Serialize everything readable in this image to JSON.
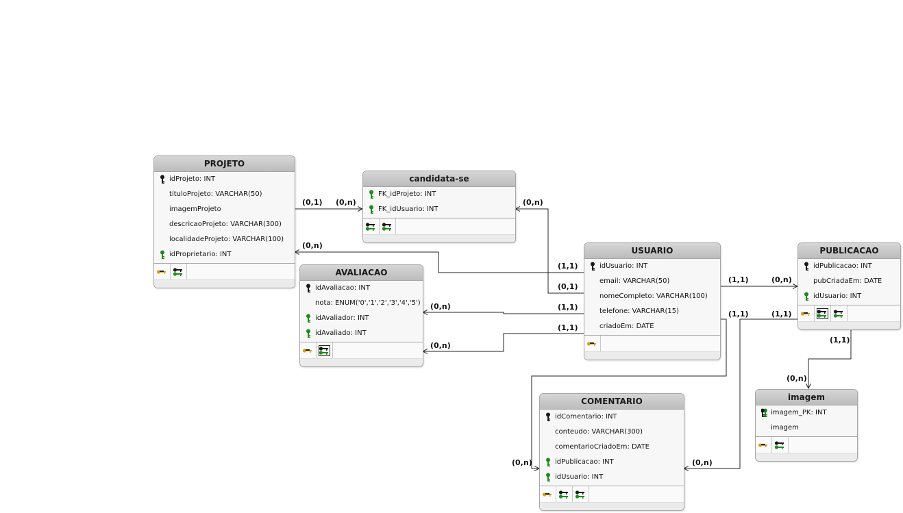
{
  "tables": [
    {
      "id": "projeto",
      "name": "PROJETO",
      "columns": [
        {
          "label": "idProjeto: INT",
          "key": "pk"
        },
        {
          "label": "tituloProjeto: VARCHAR(50)",
          "key": ""
        },
        {
          "label": "imagemProjeto",
          "key": ""
        },
        {
          "label": "descricaoProjeto: VARCHAR(300)",
          "key": ""
        },
        {
          "label": "localidadeProjeto: VARCHAR(100)",
          "key": ""
        },
        {
          "label": "idProprietario: INT",
          "key": "fk"
        }
      ],
      "footer": [
        "index-icon",
        "fk-index-icon"
      ]
    },
    {
      "id": "candidata",
      "name": "candidata-se",
      "columns": [
        {
          "label": "FK_idProjeto: INT",
          "key": "fk"
        },
        {
          "label": "FK_idUsuario: INT",
          "key": "fk"
        }
      ],
      "footer": [
        "fk-index-icon",
        "fk-index-icon"
      ]
    },
    {
      "id": "avaliacao",
      "name": "AVALIACAO",
      "columns": [
        {
          "label": "idAvaliacao: INT",
          "key": "pk"
        },
        {
          "label": "nota: ENUM('0','1','2','3','4','5')",
          "key": ""
        },
        {
          "label": "idAvaliador: INT",
          "key": "fk"
        },
        {
          "label": "idAvaliado: INT",
          "key": "fk"
        }
      ],
      "footer": [
        "index-icon",
        "fk-index-boxed-icon"
      ]
    },
    {
      "id": "usuario",
      "name": "USUARIO",
      "columns": [
        {
          "label": "idUsuario: INT",
          "key": "pk"
        },
        {
          "label": "email: VARCHAR(50)",
          "key": ""
        },
        {
          "label": "nomeCompleto: VARCHAR(100)",
          "key": ""
        },
        {
          "label": "telefone: VARCHAR(15)",
          "key": ""
        },
        {
          "label": "criadoEm: DATE",
          "key": ""
        }
      ],
      "footer": [
        "index-icon"
      ]
    },
    {
      "id": "publicacao",
      "name": "PUBLICACAO",
      "columns": [
        {
          "label": "idPublicacao: INT",
          "key": "pk"
        },
        {
          "label": "pubCriadaEm: DATE",
          "key": ""
        },
        {
          "label": "idUsuario: INT",
          "key": "fk"
        }
      ],
      "footer": [
        "index-icon",
        "fk-index-boxed-icon",
        "fk-index-icon"
      ]
    },
    {
      "id": "comentario",
      "name": "COMENTARIO",
      "columns": [
        {
          "label": "idComentario: INT",
          "key": "pk"
        },
        {
          "label": "conteudo: VARCHAR(300)",
          "key": ""
        },
        {
          "label": "comentarioCriadoEm: DATE",
          "key": ""
        },
        {
          "label": "idPublicacao: INT",
          "key": "fk"
        },
        {
          "label": "idUsuario: INT",
          "key": "fk"
        }
      ],
      "footer": [
        "index-icon",
        "fk-index-icon",
        "fk-index-icon"
      ]
    },
    {
      "id": "imagem",
      "name": "imagem",
      "columns": [
        {
          "label": "imagem_PK: INT",
          "key": "pkfk"
        },
        {
          "label": "imagem",
          "key": ""
        }
      ],
      "footer": [
        "index-icon",
        "fk-index-icon"
      ]
    }
  ],
  "cardinalities": [
    {
      "id": "c1",
      "text": "(0,1)"
    },
    {
      "id": "c2",
      "text": "(0,n)"
    },
    {
      "id": "c3",
      "text": "(0,n)"
    },
    {
      "id": "c4",
      "text": "(0,n)"
    },
    {
      "id": "c5",
      "text": "(1,1)"
    },
    {
      "id": "c6",
      "text": "(0,1)"
    },
    {
      "id": "c7",
      "text": "(0,n)"
    },
    {
      "id": "c8",
      "text": "(1,1)"
    },
    {
      "id": "c9",
      "text": "(1,1)"
    },
    {
      "id": "c10",
      "text": "(0,n)"
    },
    {
      "id": "c11",
      "text": "(1,1)"
    },
    {
      "id": "c12",
      "text": "(0,n)"
    },
    {
      "id": "c13",
      "text": "(1,1)"
    },
    {
      "id": "c14",
      "text": "(1,1)"
    },
    {
      "id": "c15",
      "text": "(1,1)"
    },
    {
      "id": "c16",
      "text": "(0,n)"
    },
    {
      "id": "c17",
      "text": "(0,n)"
    },
    {
      "id": "c18",
      "text": "(0,n)"
    }
  ],
  "colors": {
    "pk_key": "#1a1a1a",
    "fk_key": "#1e8a1e",
    "index_key": "#d4a017"
  }
}
